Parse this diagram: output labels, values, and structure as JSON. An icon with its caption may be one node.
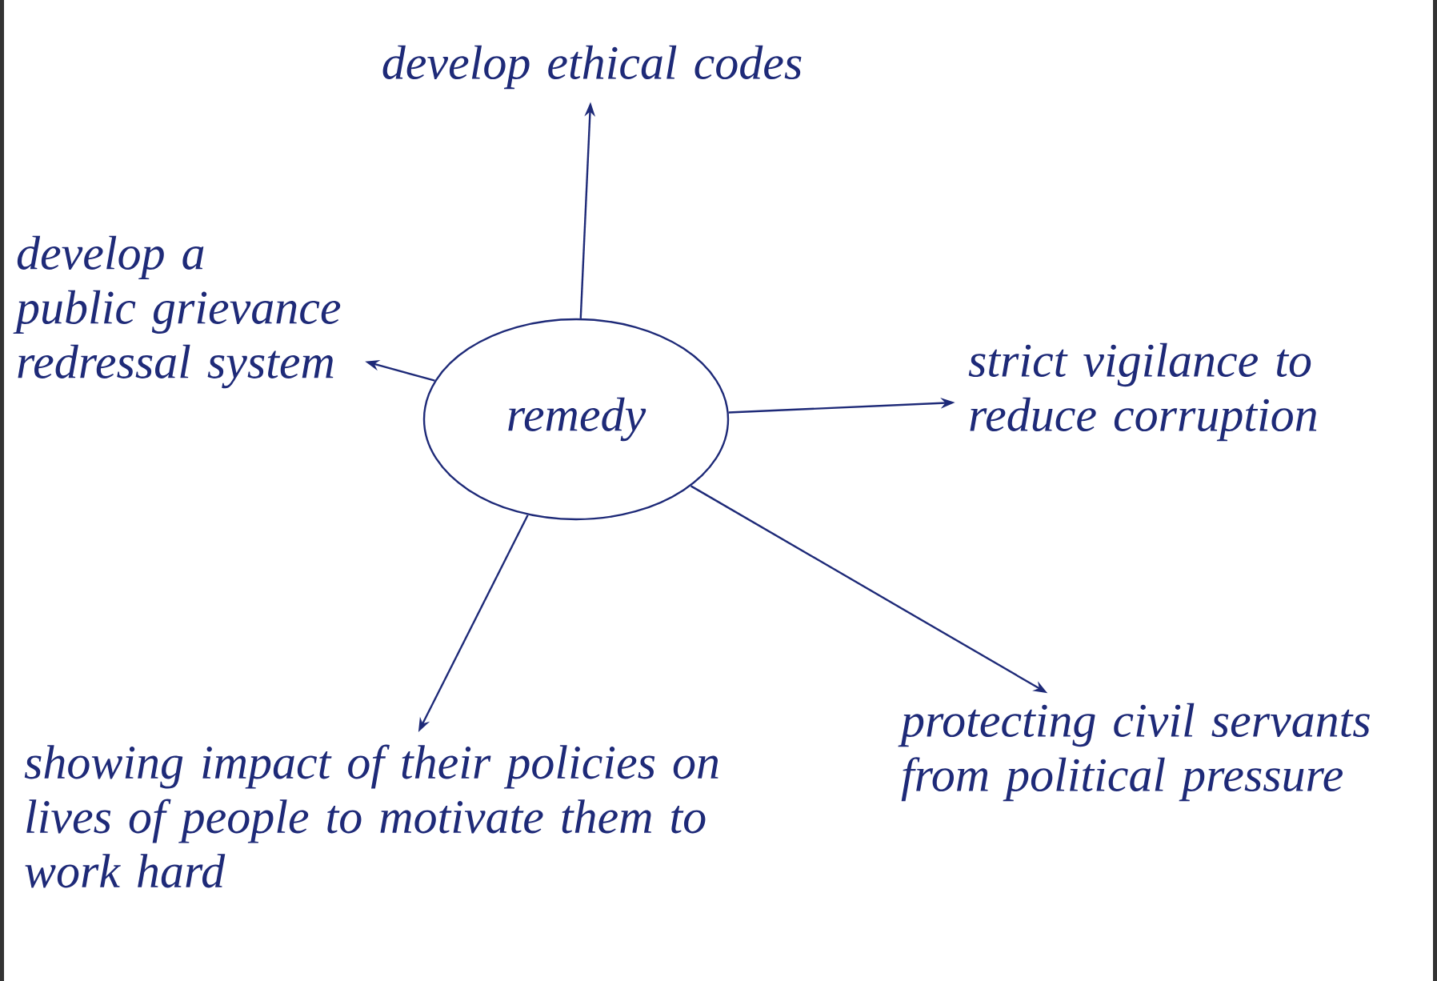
{
  "diagram": {
    "nodes": [
      {
        "text": [
          "remedy"
        ]
      },
      {
        "text": [
          "develop ethical codes"
        ]
      },
      {
        "text": [
          "develop a public grievance redressal system"
        ]
      },
      {
        "text": [
          "strict vigilance to reduce corruption"
        ]
      },
      {
        "text": [
          "showing impact of their policies on lives of people to motivate them to work hard"
        ]
      },
      {
        "text": [
          "protecting civil servants from political pressure"
        ]
      }
    ],
    "edges": [
      {
        "from": 0,
        "to": 1,
        "arrow": "to"
      },
      {
        "from": 0,
        "to": 2,
        "arrow": "to"
      },
      {
        "from": 0,
        "to": 3,
        "arrow": "to"
      },
      {
        "from": 0,
        "to": 4,
        "arrow": "to"
      },
      {
        "from": 0,
        "to": 5,
        "arrow": "to"
      }
    ]
  }
}
